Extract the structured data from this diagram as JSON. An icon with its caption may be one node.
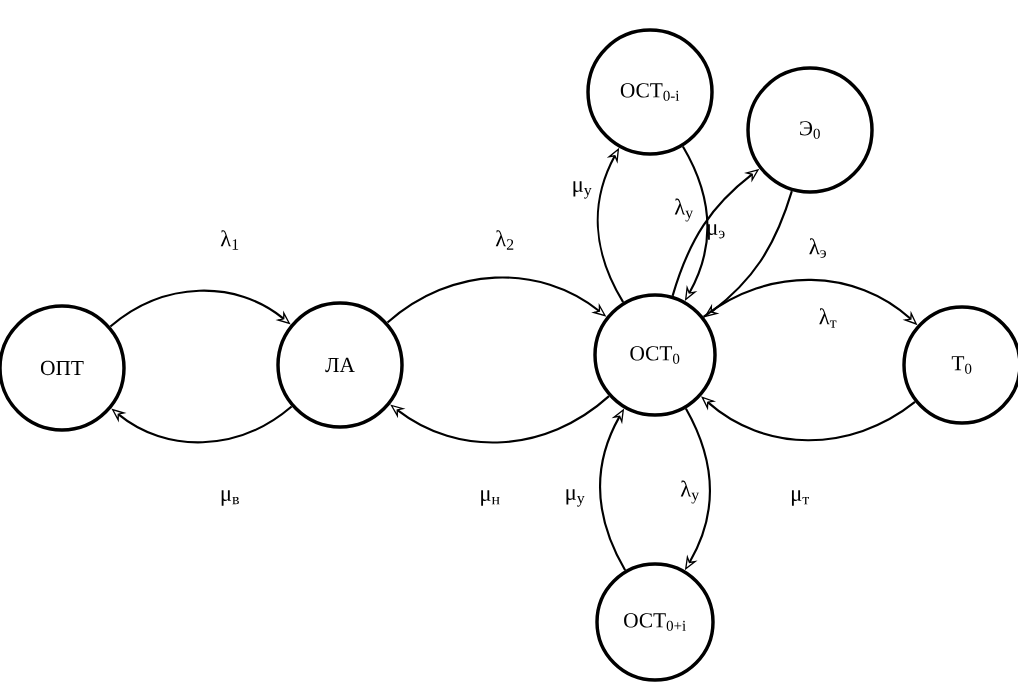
{
  "diagram": {
    "nodes": [
      {
        "text": [
          "ОПТ"
        ]
      },
      {
        "text": [
          "ЛА"
        ]
      },
      {
        "text": [
          "ОСТ$_{0}$"
        ]
      },
      {
        "text": [
          "ОСТ$_{0-i}$"
        ]
      },
      {
        "text": [
          "Э$_{0}$"
        ]
      },
      {
        "text": [
          "Т$_{0}$"
        ]
      },
      {
        "text": [
          "ОСТ$_{0+i}$"
        ]
      }
    ],
    "edges": [
      {
        "from": 0,
        "to": 1,
        "arrow": "to",
        "label": "λ$_{1}$"
      },
      {
        "from": 1,
        "to": 0,
        "arrow": "to",
        "label": "μ$_{в}$"
      },
      {
        "from": 1,
        "to": 2,
        "arrow": "to",
        "label": "λ$_{2}$"
      },
      {
        "from": 2,
        "to": 1,
        "arrow": "to",
        "label": "μ$_{н}$"
      },
      {
        "from": 2,
        "to": 3,
        "arrow": "to",
        "label": "μ$_{у}$"
      },
      {
        "from": 3,
        "to": 2,
        "arrow": "to",
        "label": "λ$_{у}$"
      },
      {
        "from": 2,
        "to": 4,
        "arrow": "to",
        "label": "μ$_{э}$"
      },
      {
        "from": 4,
        "to": 2,
        "arrow": "to",
        "label": "λ$_{э}$"
      },
      {
        "from": 2,
        "to": 5,
        "arrow": "to",
        "label": "λ$_{т}$"
      },
      {
        "from": 5,
        "to": 2,
        "arrow": "to",
        "label": "μ$_{т}$"
      },
      {
        "from": 6,
        "to": 2,
        "arrow": "to",
        "label": "μ$_{у}$"
      },
      {
        "from": 2,
        "to": 6,
        "arrow": "to",
        "label": "λ$_{у}$"
      }
    ]
  }
}
